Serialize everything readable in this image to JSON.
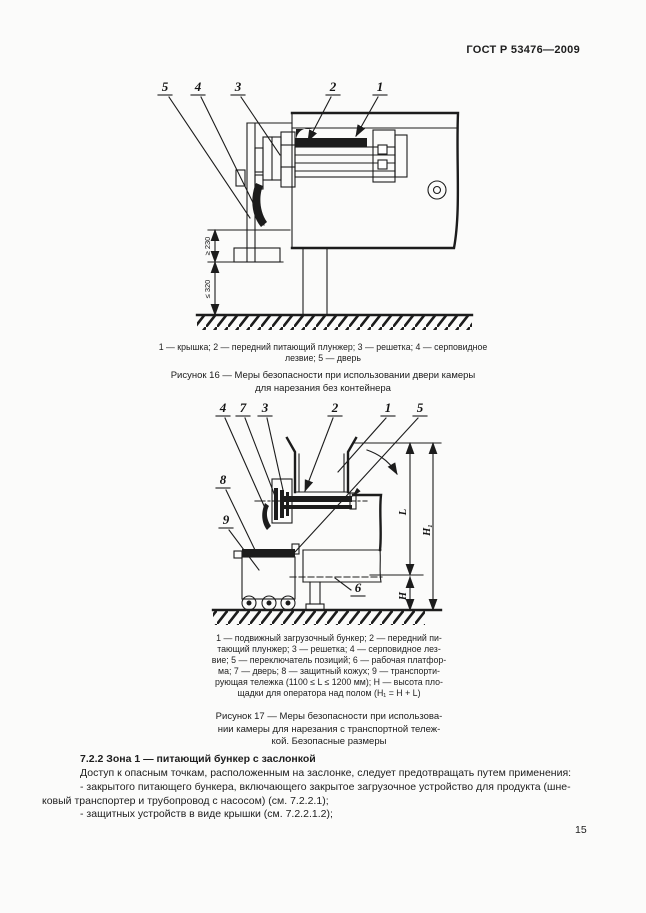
{
  "document": {
    "header": "ГОСТ Р 53476—2009",
    "page_number": "15"
  },
  "figure16": {
    "callouts": [
      "5",
      "4",
      "3",
      "2",
      "1"
    ],
    "dim_top": "≥ 230",
    "dim_bottom": "≤ 320",
    "caption_lines": [
      "1 — крышка; 2 — передний питающий плунжер; 3 — решетка; 4 — серповидное",
      "лезвие; 5 — дверь"
    ],
    "title_lines": [
      "Рисунок 16 — Меры безопасности при использовании двери камеры",
      "для нарезания без контейнера"
    ]
  },
  "figure17": {
    "callouts_top": [
      "4",
      "7",
      "3",
      "2",
      "1",
      "5"
    ],
    "callouts_left": [
      "8",
      "9"
    ],
    "callout_platform": "6",
    "dim_l": "L",
    "dim_h": "H",
    "dim_h1": "H₁",
    "caption_lines": [
      "1 — подвижный загрузочный бункер; 2 — передний пи-",
      "тающий плунжер; 3 — решетка; 4 — серповидное лез-",
      "вие; 5 — переключатель позиций; 6 — рабочая платфор-",
      "ма; 7 — дверь; 8 — защитный кожух; 9 — транспорти-",
      "рующая тележка (1100 ≤ L ≤ 1200 мм); H — высота пло-",
      "щадки для оператора над полом (H₁ = H + L)"
    ],
    "title_lines": [
      "Рисунок 17 — Меры безопасности при использова-",
      "нии камеры для нарезания с транспортной тележ-",
      "кой. Безопасные размеры"
    ]
  },
  "section": {
    "heading": "7.2.2 Зона 1 — питающий бункер с заслонкой",
    "body_lines": [
      "Доступ к опасным точкам, расположенным на заслонке, следует предотвращать путем применения:",
      "- закрытого питающего бункера, включающего закрытое загрузочное устройство для продукта (шне-",
      "ковый транспортер и трубопровод с насосом) (см. 7.2.2.1);",
      "- защитных устройств в виде крышки (см. 7.2.2.1.2);"
    ]
  }
}
